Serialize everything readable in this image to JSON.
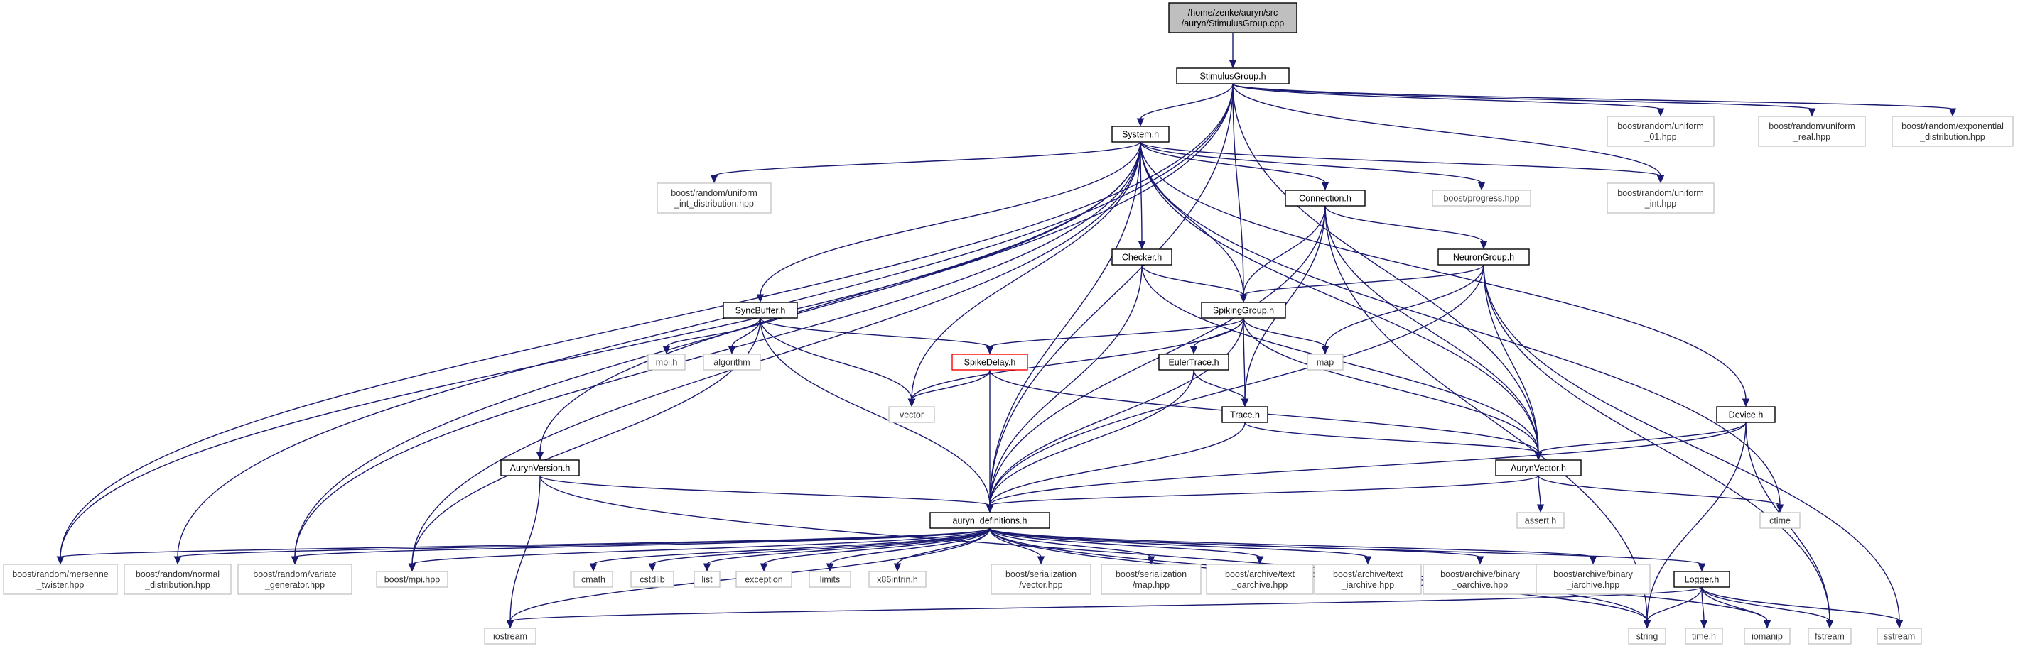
{
  "graph": {
    "nodes": [
      {
        "id": "root",
        "lines": [
          "/home/zenke/auryn/src",
          "/auryn/StimulusGroup.cpp"
        ],
        "style": "root"
      },
      {
        "id": "StimulusGroup",
        "lines": [
          "StimulusGroup.h"
        ],
        "style": "main"
      },
      {
        "id": "System",
        "lines": [
          "System.h"
        ],
        "style": "main"
      },
      {
        "id": "Connection",
        "lines": [
          "Connection.h"
        ],
        "style": "main"
      },
      {
        "id": "NeuronGroup",
        "lines": [
          "NeuronGroup.h"
        ],
        "style": "main"
      },
      {
        "id": "Checker",
        "lines": [
          "Checker.h"
        ],
        "style": "main"
      },
      {
        "id": "SpikingGroup",
        "lines": [
          "SpikingGroup.h"
        ],
        "style": "main"
      },
      {
        "id": "SyncBuffer",
        "lines": [
          "SyncBuffer.h"
        ],
        "style": "main"
      },
      {
        "id": "SpikeDelay",
        "lines": [
          "SpikeDelay.h"
        ],
        "style": "red"
      },
      {
        "id": "EulerTrace",
        "lines": [
          "EulerTrace.h"
        ],
        "style": "main"
      },
      {
        "id": "Trace",
        "lines": [
          "Trace.h"
        ],
        "style": "main"
      },
      {
        "id": "Device",
        "lines": [
          "Device.h"
        ],
        "style": "main"
      },
      {
        "id": "AurynVector",
        "lines": [
          "AurynVector.h"
        ],
        "style": "main"
      },
      {
        "id": "AurynVersion",
        "lines": [
          "AurynVersion.h"
        ],
        "style": "main"
      },
      {
        "id": "auryn_definitions",
        "lines": [
          "auryn_definitions.h"
        ],
        "style": "main"
      },
      {
        "id": "Logger",
        "lines": [
          "Logger.h"
        ],
        "style": "main"
      },
      {
        "id": "uniform01",
        "lines": [
          "boost/random/uniform",
          "_01.hpp"
        ],
        "style": "ext"
      },
      {
        "id": "uniform_real",
        "lines": [
          "boost/random/uniform",
          "_real.hpp"
        ],
        "style": "ext"
      },
      {
        "id": "exponential",
        "lines": [
          "boost/random/exponential",
          "_distribution.hpp"
        ],
        "style": "ext"
      },
      {
        "id": "uniform_int_dist",
        "lines": [
          "boost/random/uniform",
          "_int_distribution.hpp"
        ],
        "style": "ext"
      },
      {
        "id": "progress",
        "lines": [
          "boost/progress.hpp"
        ],
        "style": "ext"
      },
      {
        "id": "uniform_int",
        "lines": [
          "boost/random/uniform",
          "_int.hpp"
        ],
        "style": "ext"
      },
      {
        "id": "mpi_h",
        "lines": [
          "mpi.h"
        ],
        "style": "ext"
      },
      {
        "id": "algorithm",
        "lines": [
          "algorithm"
        ],
        "style": "ext"
      },
      {
        "id": "map",
        "lines": [
          "map"
        ],
        "style": "ext"
      },
      {
        "id": "vector",
        "lines": [
          "vector"
        ],
        "style": "ext"
      },
      {
        "id": "assert",
        "lines": [
          "assert.h"
        ],
        "style": "ext"
      },
      {
        "id": "ctime",
        "lines": [
          "ctime"
        ],
        "style": "ext"
      },
      {
        "id": "mersenne",
        "lines": [
          "boost/random/mersenne",
          "_twister.hpp"
        ],
        "style": "ext"
      },
      {
        "id": "normal",
        "lines": [
          "boost/random/normal",
          "_distribution.hpp"
        ],
        "style": "ext"
      },
      {
        "id": "variate",
        "lines": [
          "boost/random/variate",
          "_generator.hpp"
        ],
        "style": "ext"
      },
      {
        "id": "mpi_hpp",
        "lines": [
          "boost/mpi.hpp"
        ],
        "style": "ext"
      },
      {
        "id": "cmath",
        "lines": [
          "cmath"
        ],
        "style": "ext"
      },
      {
        "id": "cstdlib",
        "lines": [
          "cstdlib"
        ],
        "style": "ext"
      },
      {
        "id": "list",
        "lines": [
          "list"
        ],
        "style": "ext"
      },
      {
        "id": "exception",
        "lines": [
          "exception"
        ],
        "style": "ext"
      },
      {
        "id": "limits",
        "lines": [
          "limits"
        ],
        "style": "ext"
      },
      {
        "id": "x86intrin",
        "lines": [
          "x86intrin.h"
        ],
        "style": "ext"
      },
      {
        "id": "ser_vector",
        "lines": [
          "boost/serialization",
          "/vector.hpp"
        ],
        "style": "ext"
      },
      {
        "id": "ser_map",
        "lines": [
          "boost/serialization",
          "/map.hpp"
        ],
        "style": "ext"
      },
      {
        "id": "text_oarchive",
        "lines": [
          "boost/archive/text",
          "_oarchive.hpp"
        ],
        "style": "ext"
      },
      {
        "id": "text_iarchive",
        "lines": [
          "boost/archive/text",
          "_iarchive.hpp"
        ],
        "style": "ext"
      },
      {
        "id": "binary_oarchive",
        "lines": [
          "boost/archive/binary",
          "_oarchive.hpp"
        ],
        "style": "ext"
      },
      {
        "id": "binary_iarchive",
        "lines": [
          "boost/archive/binary",
          "_iarchive.hpp"
        ],
        "style": "ext"
      },
      {
        "id": "iostream",
        "lines": [
          "iostream"
        ],
        "style": "ext"
      },
      {
        "id": "string",
        "lines": [
          "string"
        ],
        "style": "ext"
      },
      {
        "id": "time_h",
        "lines": [
          "time.h"
        ],
        "style": "ext"
      },
      {
        "id": "iomanip",
        "lines": [
          "iomanip"
        ],
        "style": "ext"
      },
      {
        "id": "fstream",
        "lines": [
          "fstream"
        ],
        "style": "ext"
      },
      {
        "id": "sstream",
        "lines": [
          "sstream"
        ],
        "style": "ext"
      }
    ],
    "edges": [
      [
        "root",
        "StimulusGroup"
      ],
      [
        "StimulusGroup",
        "System"
      ],
      [
        "StimulusGroup",
        "SpikingGroup"
      ],
      [
        "StimulusGroup",
        "AurynVector"
      ],
      [
        "StimulusGroup",
        "auryn_definitions"
      ],
      [
        "StimulusGroup",
        "uniform01"
      ],
      [
        "StimulusGroup",
        "uniform_real"
      ],
      [
        "StimulusGroup",
        "exponential"
      ],
      [
        "StimulusGroup",
        "uniform_int"
      ],
      [
        "StimulusGroup",
        "mersenne"
      ],
      [
        "StimulusGroup",
        "normal"
      ],
      [
        "StimulusGroup",
        "variate"
      ],
      [
        "System",
        "Connection"
      ],
      [
        "System",
        "Checker"
      ],
      [
        "System",
        "SpikingGroup"
      ],
      [
        "System",
        "SyncBuffer"
      ],
      [
        "System",
        "AurynVersion"
      ],
      [
        "System",
        "Device"
      ],
      [
        "System",
        "AurynVector"
      ],
      [
        "System",
        "auryn_definitions"
      ],
      [
        "System",
        "uniform_int_dist"
      ],
      [
        "System",
        "progress"
      ],
      [
        "System",
        "uniform_int"
      ],
      [
        "System",
        "vector"
      ],
      [
        "System",
        "mersenne"
      ],
      [
        "System",
        "variate"
      ],
      [
        "System",
        "mpi_hpp"
      ],
      [
        "System",
        "ctime"
      ],
      [
        "Connection",
        "SpikingGroup"
      ],
      [
        "Connection",
        "NeuronGroup"
      ],
      [
        "Connection",
        "Trace"
      ],
      [
        "Connection",
        "AurynVector"
      ],
      [
        "Connection",
        "auryn_definitions"
      ],
      [
        "Connection",
        "string"
      ],
      [
        "NeuronGroup",
        "SpikingGroup"
      ],
      [
        "NeuronGroup",
        "AurynVector"
      ],
      [
        "NeuronGroup",
        "auryn_definitions"
      ],
      [
        "NeuronGroup",
        "map"
      ],
      [
        "NeuronGroup",
        "fstream"
      ],
      [
        "NeuronGroup",
        "sstream"
      ],
      [
        "Checker",
        "SpikingGroup"
      ],
      [
        "Checker",
        "AurynVector"
      ],
      [
        "Checker",
        "auryn_definitions"
      ],
      [
        "SpikingGroup",
        "SpikeDelay"
      ],
      [
        "SpikingGroup",
        "EulerTrace"
      ],
      [
        "SpikingGroup",
        "Trace"
      ],
      [
        "SpikingGroup",
        "AurynVector"
      ],
      [
        "SpikingGroup",
        "auryn_definitions"
      ],
      [
        "SpikingGroup",
        "map"
      ],
      [
        "SpikingGroup",
        "vector"
      ],
      [
        "SyncBuffer",
        "SpikeDelay"
      ],
      [
        "SyncBuffer",
        "mpi_h"
      ],
      [
        "SyncBuffer",
        "algorithm"
      ],
      [
        "SyncBuffer",
        "vector"
      ],
      [
        "SyncBuffer",
        "auryn_definitions"
      ],
      [
        "SyncBuffer",
        "mpi_hpp"
      ],
      [
        "SpikeDelay",
        "vector"
      ],
      [
        "SpikeDelay",
        "auryn_definitions"
      ],
      [
        "SpikeDelay",
        "AurynVector"
      ],
      [
        "EulerTrace",
        "Trace"
      ],
      [
        "EulerTrace",
        "auryn_definitions"
      ],
      [
        "Trace",
        "AurynVector"
      ],
      [
        "Trace",
        "auryn_definitions"
      ],
      [
        "Device",
        "AurynVector"
      ],
      [
        "Device",
        "auryn_definitions"
      ],
      [
        "Device",
        "string"
      ],
      [
        "Device",
        "fstream"
      ],
      [
        "AurynVector",
        "auryn_definitions"
      ],
      [
        "AurynVector",
        "assert"
      ],
      [
        "AurynVector",
        "ctime"
      ],
      [
        "AurynVersion",
        "auryn_definitions"
      ],
      [
        "AurynVersion",
        "iostream"
      ],
      [
        "AurynVersion",
        "string"
      ],
      [
        "auryn_definitions",
        "mersenne"
      ],
      [
        "auryn_definitions",
        "normal"
      ],
      [
        "auryn_definitions",
        "variate"
      ],
      [
        "auryn_definitions",
        "mpi_hpp"
      ],
      [
        "auryn_definitions",
        "cmath"
      ],
      [
        "auryn_definitions",
        "cstdlib"
      ],
      [
        "auryn_definitions",
        "list"
      ],
      [
        "auryn_definitions",
        "exception"
      ],
      [
        "auryn_definitions",
        "limits"
      ],
      [
        "auryn_definitions",
        "x86intrin"
      ],
      [
        "auryn_definitions",
        "ser_vector"
      ],
      [
        "auryn_definitions",
        "ser_map"
      ],
      [
        "auryn_definitions",
        "text_oarchive"
      ],
      [
        "auryn_definitions",
        "text_iarchive"
      ],
      [
        "auryn_definitions",
        "binary_oarchive"
      ],
      [
        "auryn_definitions",
        "binary_iarchive"
      ],
      [
        "auryn_definitions",
        "Logger"
      ],
      [
        "auryn_definitions",
        "iostream"
      ],
      [
        "auryn_definitions",
        "string"
      ],
      [
        "auryn_definitions",
        "iomanip"
      ],
      [
        "Logger",
        "iostream"
      ],
      [
        "Logger",
        "string"
      ],
      [
        "Logger",
        "time_h"
      ],
      [
        "Logger",
        "iomanip"
      ],
      [
        "Logger",
        "fstream"
      ],
      [
        "Logger",
        "sstream"
      ]
    ]
  }
}
